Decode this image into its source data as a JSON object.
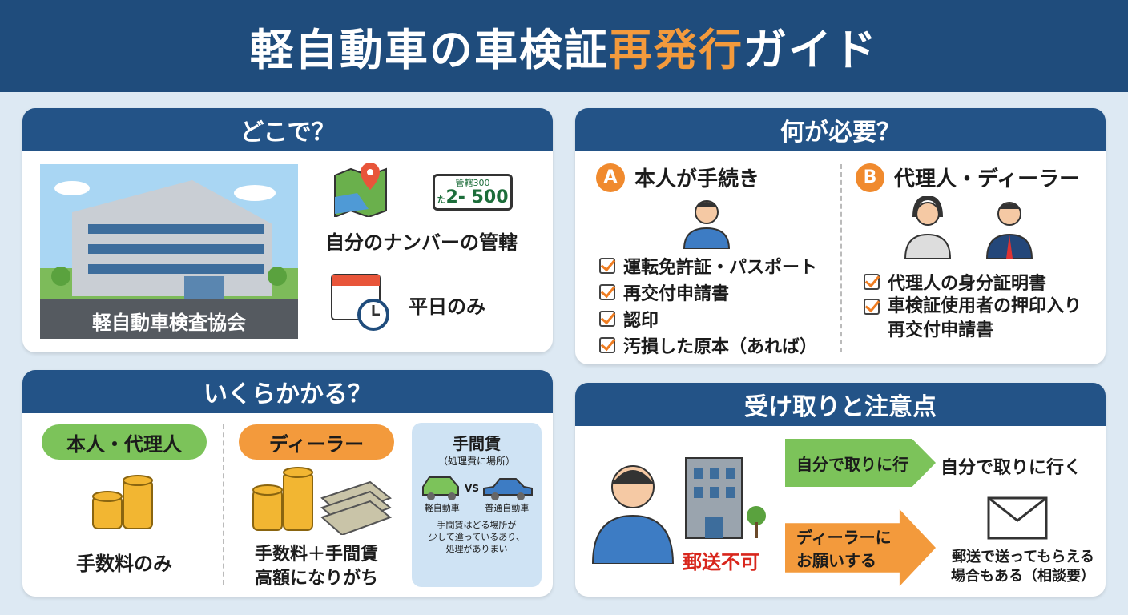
{
  "title": {
    "part1": "軽自動車の車検証",
    "part2": "再発行",
    "part3": "ガイド"
  },
  "where": {
    "heading": "どこで？",
    "building_label": "軽自動車検査協会",
    "plate_top": "管轄300",
    "plate_kana": "た",
    "plate_num": "2- 500",
    "jurisdiction": "自分のナンバーの管轄",
    "weekdays": "平日のみ"
  },
  "needs": {
    "heading": "何が必要？",
    "a": {
      "badge": "A",
      "title": "本人が手続き",
      "items": [
        "運転免許証・パスポート",
        "再交付申請書",
        "認印",
        "汚損した原本（あれば）"
      ]
    },
    "b": {
      "badge": "B",
      "title": "代理人・ディーラー",
      "items": [
        "代理人の身分証明書",
        "車検証使用者の押印入り\n再交付申請書"
      ]
    }
  },
  "cost": {
    "heading": "いくらかかる？",
    "self_label": "本人・代理人",
    "self_desc": "手数料のみ",
    "dealer_label": "ディーラー",
    "dealer_desc1": "手数料＋手間賃",
    "dealer_desc2": "高額になりがち",
    "bubble": {
      "title": "手間賃",
      "subtitle": "（処理費に場所）",
      "vs": "VS",
      "kei": "軽自動車",
      "normal": "普通自動車",
      "note": "手間賃はどる場所が\n少して違っているあり、\n処理がありまい"
    }
  },
  "receive": {
    "heading": "受け取りと注意点",
    "no_mail": "郵送不可",
    "arrow1": "自分で取りに行",
    "arrow1_result": "自分で取りに行く",
    "arrow2": "ディーラーに\nお願いする",
    "arrow2_result": "郵送で送ってもらえる\n場合もある（相談要）"
  },
  "colors": {
    "navy": "#235387",
    "orange": "#f08a2e",
    "green": "#6cc04a"
  }
}
